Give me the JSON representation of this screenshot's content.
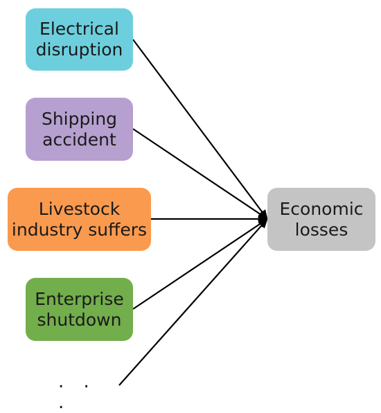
{
  "nodes": [
    {
      "id": "n1",
      "lines": [
        "Electrical",
        "disruption"
      ],
      "color": "#6dcfdd"
    },
    {
      "id": "n2",
      "lines": [
        "Shipping",
        "accident"
      ],
      "color": "#b6a0cf"
    },
    {
      "id": "n3",
      "lines": [
        "Livestock",
        "industry suffers"
      ],
      "color": "#fa9a4f"
    },
    {
      "id": "n4",
      "lines": [
        "Enterprise",
        "shutdown"
      ],
      "color": "#72ae4c"
    },
    {
      "id": "n5",
      "lines": [
        "Economic",
        "losses"
      ],
      "color": "#c4c4c4"
    }
  ],
  "ellipsis": ". . .",
  "line_color": "#000000"
}
